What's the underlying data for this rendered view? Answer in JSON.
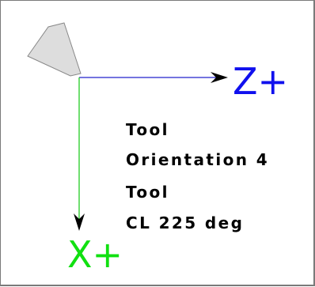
{
  "axes": {
    "z": {
      "label": "Z+",
      "color": "#1010ee",
      "line_color": "#2222cc"
    },
    "x": {
      "label": "X+",
      "color": "#11e011",
      "line_color": "#22cc22"
    }
  },
  "arrowhead_color": "#000000",
  "tool": {
    "fill": "#dddddd",
    "stroke": "#888888",
    "orientation_lines": [
      "Tool",
      "Orientation 4"
    ],
    "cl_lines": [
      "Tool",
      "CL 225 deg"
    ]
  }
}
